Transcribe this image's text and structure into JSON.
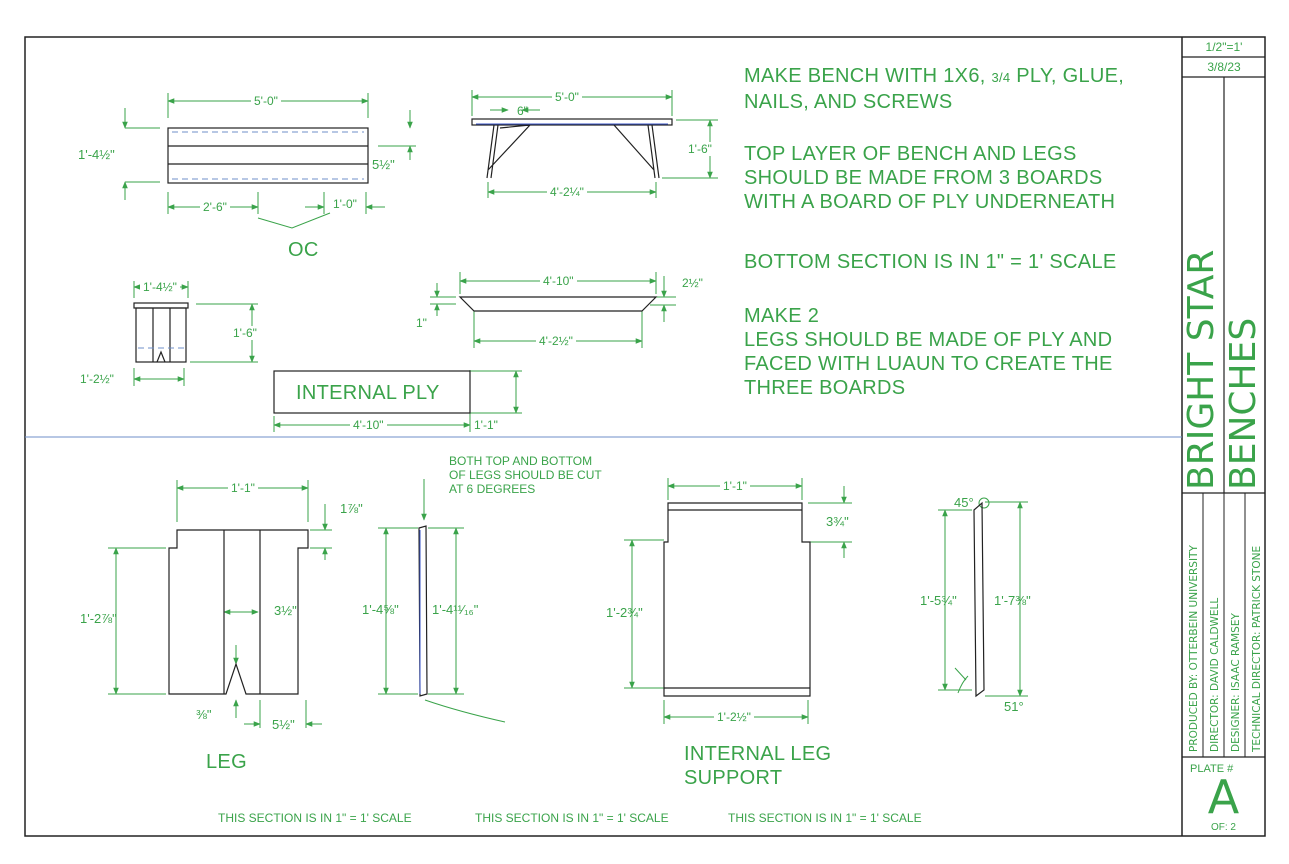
{
  "notes": {
    "line1": "MAKE BENCH WITH 1X6, ",
    "frac": "3/4",
    "line1b": " PLY, GLUE,",
    "line2": "NAILS, AND SCREWS",
    "p2l1": "TOP LAYER OF BENCH AND LEGS",
    "p2l2": "SHOULD BE MADE FROM 3 BOARDS",
    "p2l3": "WITH A BOARD OF PLY UNDERNEATH",
    "p3": "BOTTOM SECTION IS IN 1\" = 1' SCALE",
    "p4l1": "MAKE 2",
    "p4l2": "LEGS SHOULD BE MADE OF PLY AND",
    "p4l3": "FACED WITH LUAUN TO CREATE THE",
    "p4l4": "THREE BOARDS"
  },
  "labels": {
    "oc": "OC",
    "internal_ply": "INTERNAL PLY",
    "leg": "LEG",
    "internal_leg_support_1": "INTERNAL LEG",
    "internal_leg_support_2": "SUPPORT",
    "cut_note_1": "BOTH TOP AND BOTTOM",
    "cut_note_2": "OF LEGS SHOULD BE CUT",
    "cut_note_3": "AT 6 DEGREES",
    "scale_note": "THIS SECTION IS IN 1\" = 1' SCALE"
  },
  "dimensions": {
    "top_len": "5'-0\"",
    "top_width": "1'-4½\"",
    "board_w": "5½\"",
    "oc_26": "2'-6\"",
    "oc_10": "1'-0\"",
    "side_len": "5'-0\"",
    "side_6": "6\"",
    "side_h": "1'-6\"",
    "side_base": "4'-2¼\"",
    "end_w": "1'-4½\"",
    "end_h": "1'-6\"",
    "end_base": "1'-2½\"",
    "ply_top": "4'-10\"",
    "ply_t": "2½\"",
    "ply_1": "1\"",
    "ply_base": "4'-2½\"",
    "iply_len": "4'-10\"",
    "iply_h": "1'-1\"",
    "leg_w": "1'-1\"",
    "leg_notch": "1⅞\"",
    "leg_h": "1'-2⅞\"",
    "leg_center": "3½\"",
    "leg_38": "⅜\"",
    "leg_55": "5½\"",
    "edge_outer": "1'-4⅝\"",
    "edge_inner": "1'-4¹¹⁄₁₆\"",
    "sup_w": "1'-1\"",
    "sup_top": "3¾\"",
    "sup_h": "1'-2¾\"",
    "sup_base": "1'-2½\"",
    "ang_45": "45°",
    "ang_51": "51°",
    "ang_h1": "1'-5¾\"",
    "ang_h2": "1'-7⅜\""
  },
  "title_block": {
    "scale": "1/2\"=1'",
    "date": "3/8/23",
    "show_1": "BRIGHT STAR",
    "show_2": "BENCHES",
    "produced_by": "PRODUCED BY: OTTERBEIN UNIVERSITY",
    "director": "DIRECTOR: DAVID CALDWELL",
    "designer": "DESIGNER: ISAAC RAMSEY",
    "td": "TECHNICAL DIRECTOR: PATRICK STONE",
    "plate_label": "PLATE #",
    "plate": "A",
    "of": "OF: 2"
  },
  "colors": {
    "ink": "#3aa34a",
    "line": "#222222",
    "divider": "#6f8fc8"
  }
}
